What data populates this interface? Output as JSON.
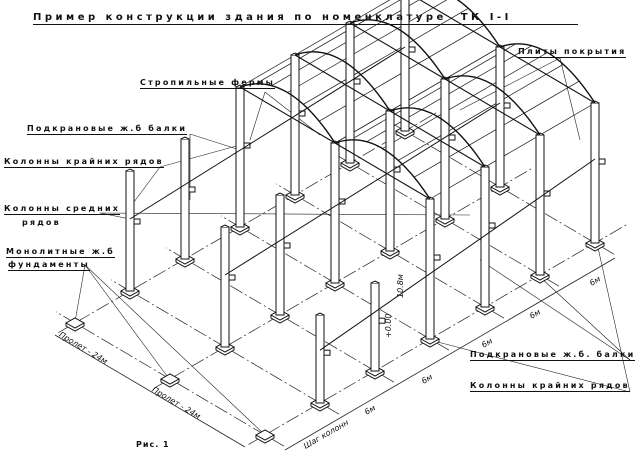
{
  "title": "Пример конструкции здания по номенклатуре",
  "title_code": "ТК I-I",
  "labels": {
    "roof_slabs": "Плиты покрытия",
    "trusses": "Стропильные фермы",
    "crane_beams": "Подкрановые ж.б балки",
    "edge_columns": "Колонны крайних рядов",
    "middle_columns_1": "Колонны средних",
    "middle_columns_2": "рядов",
    "foundations_1": "Монолитные ж.б",
    "foundations_2": "фундаменты",
    "crane_beams_2": "Подкрановые ж.б. балки",
    "edge_columns_2": "Колонны крайних рядов"
  },
  "dimensions": {
    "span_1": "Пролет - 24м",
    "span_2": "Пролет - 24м",
    "column_step": "Шаг колонн",
    "step_values": [
      "6м",
      "6м",
      "6м",
      "6м",
      "6м"
    ],
    "height": "10.8м",
    "level": "+0.00"
  },
  "caption": "Рис. 1",
  "colors": {
    "ink": "#111111",
    "paper": "#ffffff"
  }
}
